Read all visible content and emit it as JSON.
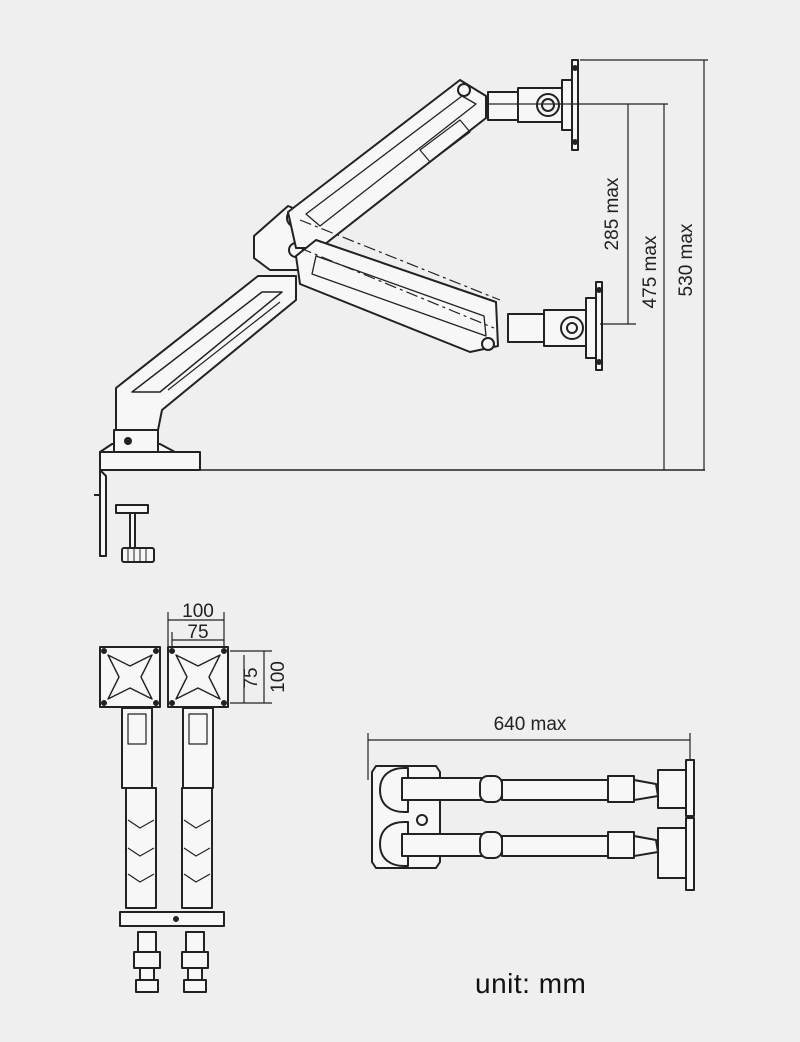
{
  "side_view": {
    "dim_285": "285 max",
    "dim_475": "475 max",
    "dim_530": "530 max"
  },
  "vesa": {
    "outer": "100",
    "inner": "75",
    "vertical_inner": "75",
    "vertical_outer": "100"
  },
  "top_view": {
    "reach": "640 max"
  },
  "unit": "unit: mm",
  "colors": {
    "background": "#efefef",
    "line": "#222222",
    "fill": "#f7f7f7"
  }
}
